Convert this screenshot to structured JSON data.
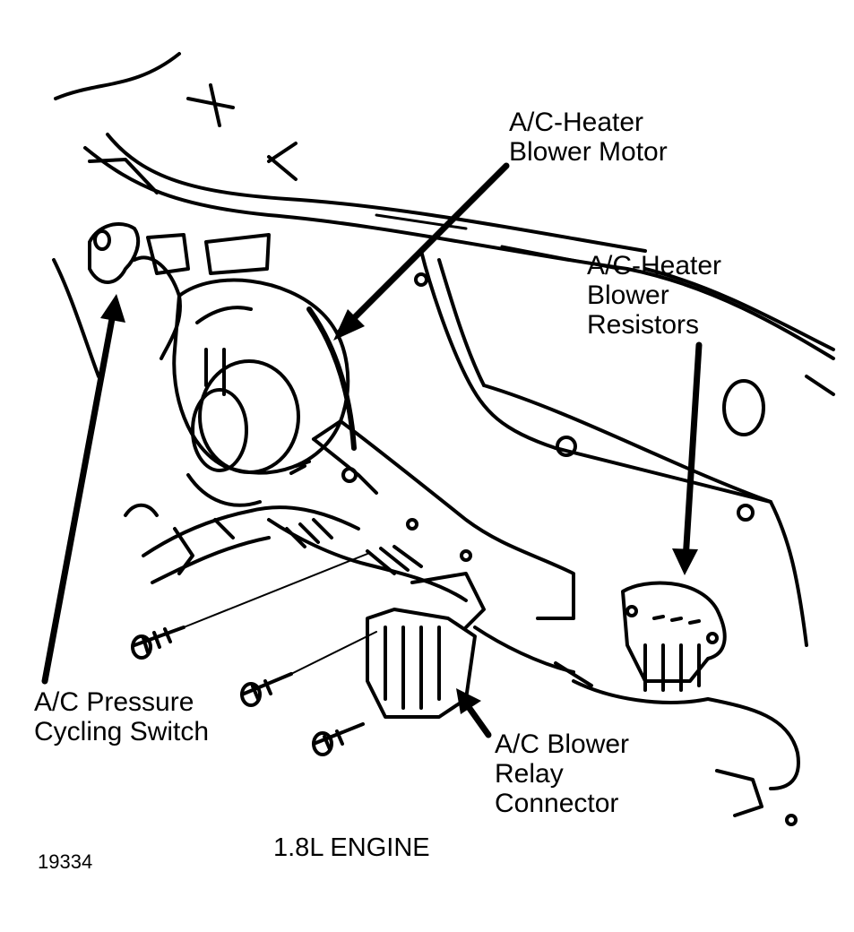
{
  "labels": {
    "blower_motor": [
      "A/C-Heater",
      "Blower Motor"
    ],
    "blower_resistors": [
      "A/C-Heater",
      "Blower",
      "Resistors"
    ],
    "pressure_switch": [
      "A/C Pressure",
      "Cycling Switch"
    ],
    "relay_connector": [
      "A/C Blower",
      "Relay",
      "Connector"
    ]
  },
  "caption": "1.8L ENGINE",
  "figure_number": "19334"
}
